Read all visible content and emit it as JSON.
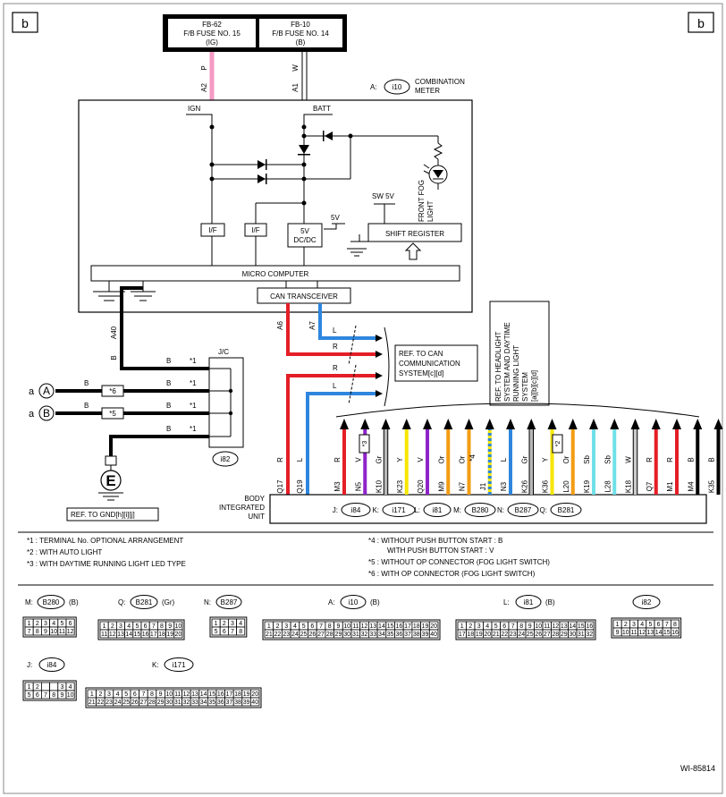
{
  "page_markers": {
    "left": "b",
    "right": "b"
  },
  "fuses": [
    {
      "line1": "FB-62",
      "line2": "F/B FUSE NO. 15",
      "line3": "(IG)",
      "wire_color": "P",
      "terminal": "A2"
    },
    {
      "line1": "FB-10",
      "line2": "F/B FUSE NO. 14",
      "line3": "(B)",
      "wire_color": "W",
      "terminal": "A1"
    }
  ],
  "meter": {
    "prefix": "A:",
    "connector": "i10",
    "name_line1": "COMBINATION",
    "name_line2": "METER",
    "ign": "IGN",
    "batt": "BATT",
    "fog_light_line1": "FRONT FOG",
    "fog_light_line2": "LIGHT",
    "sw5v": "SW 5V",
    "v5": "5V",
    "dcdc_line1": "5V",
    "dcdc_line2": "DC/DC",
    "if1": "I/F",
    "if2": "I/F",
    "shift_register": "SHIFT REGISTER",
    "micro_computer": "MICRO COMPUTER",
    "can_transceiver": "CAN TRANSCEIVER",
    "gnd_terminal": "A40",
    "gnd_wire": "B",
    "can_terminal1": "A6",
    "can_terminal2": "A7"
  },
  "jc": {
    "label": "J/C",
    "connector": "i82",
    "wire": "B",
    "star": "*1",
    "op6": "*6",
    "op5": "*5",
    "conn_a": "A",
    "conn_b": "B",
    "prefix_a": "a",
    "prefix_b": "a"
  },
  "ground": {
    "symbol": "E",
    "ref": "REF. TO GND[h][i][j]"
  },
  "can": {
    "ref_line1": "REF. TO CAN",
    "ref_line2": "COMMUNICATION",
    "ref_line3": "SYSTEM[c][d]",
    "wire_l": "L",
    "wire_r": "R"
  },
  "headlight_ref": {
    "line1": "REF. TO HEADLIGHT",
    "line2": "SYSTEM AND DAYTIME",
    "line3": "RUNNING LIGHT",
    "line4": "SYSTEM",
    "line5": "[a][b][c][d]"
  },
  "body_unit": {
    "name_line1": "BODY",
    "name_line2": "INTEGRATED",
    "name_line3": "UNIT",
    "connectors": [
      {
        "prefix": "J:",
        "id": "i84"
      },
      {
        "prefix": "K:",
        "id": "i171"
      },
      {
        "prefix": "L:",
        "id": "i81"
      },
      {
        "prefix": "M:",
        "id": "B280"
      },
      {
        "prefix": "N:",
        "id": "B287"
      },
      {
        "prefix": "Q:",
        "id": "B281"
      }
    ],
    "can_pins": [
      {
        "term": "Q17",
        "wire": "R"
      },
      {
        "term": "Q19",
        "wire": "L"
      }
    ],
    "pins": [
      {
        "term": "M3",
        "wire": "R",
        "color": "#e41e26"
      },
      {
        "term": "N5",
        "wire": "V",
        "color": "#8e24c8"
      },
      {
        "term": "K10",
        "wire": "Gr",
        "color": "#b8b8b8"
      },
      {
        "term": "K23",
        "wire": "Y",
        "color": "#f5e600"
      },
      {
        "term": "Q20",
        "wire": "V",
        "color": "#8e24c8"
      },
      {
        "term": "M9",
        "wire": "Or",
        "color": "#f39c12"
      },
      {
        "term": "N7",
        "wire": "Or",
        "color": "#f39c12"
      },
      {
        "term": "J1",
        "wire": "",
        "color": "#f5e600"
      },
      {
        "term": "N3",
        "wire": "L",
        "color": "#2e86de"
      },
      {
        "term": "K26",
        "wire": "Gr",
        "color": "#b8b8b8"
      },
      {
        "term": "K36",
        "wire": "Y",
        "color": "#f5e600"
      },
      {
        "term": "L20",
        "wire": "Or",
        "color": "#f39c12"
      },
      {
        "term": "K19",
        "wire": "Sb",
        "color": "#70e0e8"
      },
      {
        "term": "L28",
        "wire": "Sb",
        "color": "#70e0e8"
      },
      {
        "term": "K18",
        "wire": "W",
        "color": "#cccccc"
      },
      {
        "term": "Q7",
        "wire": "R",
        "color": "#e41e26"
      },
      {
        "term": "M1",
        "wire": "R",
        "color": "#e41e26"
      },
      {
        "term": "M4",
        "wire": "B",
        "color": "#000000"
      },
      {
        "term": "K35",
        "wire": "B",
        "color": "#000000"
      }
    ],
    "star3": "*3",
    "star4": "*4",
    "star2": "*2"
  },
  "notes": {
    "n1": "*1  : TERMINAL No. OPTIONAL ARRANGEMENT",
    "n2": "*2  : WITH AUTO LIGHT",
    "n3": "*3  : WITH DAYTIME RUNNING LIGHT LED TYPE",
    "n4a": "*4  : WITHOUT PUSH BUTTON START  : B",
    "n4b": "WITH PUSH BUTTON START  : V",
    "n5": "*5  : WITHOUT OP CONNECTOR (FOG LIGHT SWITCH)",
    "n6": "*6  : WITH OP CONNECTOR (FOG LIGHT SWITCH)"
  },
  "connector_views": [
    {
      "prefix": "M:",
      "id": "B280",
      "color": "(B)"
    },
    {
      "prefix": "Q:",
      "id": "B281",
      "color": "(Gr)"
    },
    {
      "prefix": "N:",
      "id": "B287",
      "color": ""
    },
    {
      "prefix": "A:",
      "id": "i10",
      "color": "(B)"
    },
    {
      "prefix": "L:",
      "id": "i81",
      "color": "(B)"
    },
    {
      "prefix": "",
      "id": "i82",
      "color": ""
    },
    {
      "prefix": "J:",
      "id": "i84",
      "color": ""
    },
    {
      "prefix": "K:",
      "id": "i171",
      "color": ""
    }
  ],
  "figure_id": "WI-85814"
}
